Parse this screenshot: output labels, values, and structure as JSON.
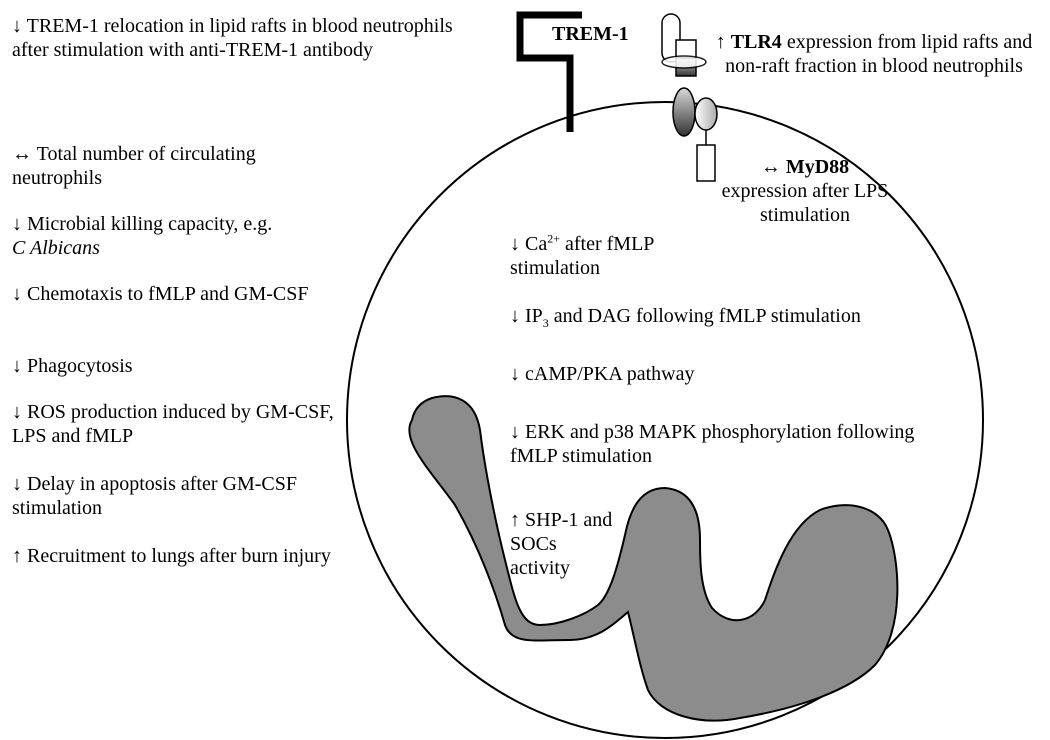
{
  "left_effects": [
    {
      "arrow": "↓",
      "text": "TREM-1 relocation in lipid rafts in blood neutrophils after stimulation with anti-TREM-1 antibody"
    },
    {
      "arrow": "↔",
      "text": "Total number of circulating neutrophils"
    },
    {
      "arrow": "↓",
      "text": "Microbial killing capacity, e.g.",
      "italic": "C Albicans"
    },
    {
      "arrow": "↓",
      "text": "Chemotaxis to fMLP and GM-CSF"
    },
    {
      "arrow": "↓",
      "text": "Phagocytosis"
    },
    {
      "arrow": "↓",
      "text": "ROS production induced by GM-CSF, LPS and fMLP"
    },
    {
      "arrow": "↓",
      "text": "Delay in apoptosis after GM-CSF stimulation"
    },
    {
      "arrow": "↑",
      "text": "Recruitment to lungs after burn injury"
    }
  ],
  "receptors": {
    "trem1": "TREM-1",
    "tlr4": {
      "arrow": "↑",
      "name": "TLR4",
      "text": "expression from lipid rafts and non-raft fraction in blood neutrophils"
    },
    "myd88": {
      "arrow": "↔",
      "name": "MyD88",
      "text": "expression after LPS stimulation"
    }
  },
  "intracellular": [
    {
      "arrow": "↓",
      "pre": "Ca",
      "sup": "2+",
      "post": "after fMLP stimulation"
    },
    {
      "arrow": "↓",
      "pre": "IP",
      "sub": "3",
      "post": "and DAG following fMLP stimulation"
    },
    {
      "arrow": "↓",
      "text": "cAMP/PKA pathway"
    },
    {
      "arrow": "↓",
      "text": "ERK and p38 MAPK phosphorylation following fMLP stimulation"
    },
    {
      "arrow": "↑",
      "text": "SHP-1 and SOCs activity"
    }
  ],
  "colors": {
    "nucleus": "#8c8c8c",
    "outline": "#000000",
    "background": "#ffffff"
  }
}
